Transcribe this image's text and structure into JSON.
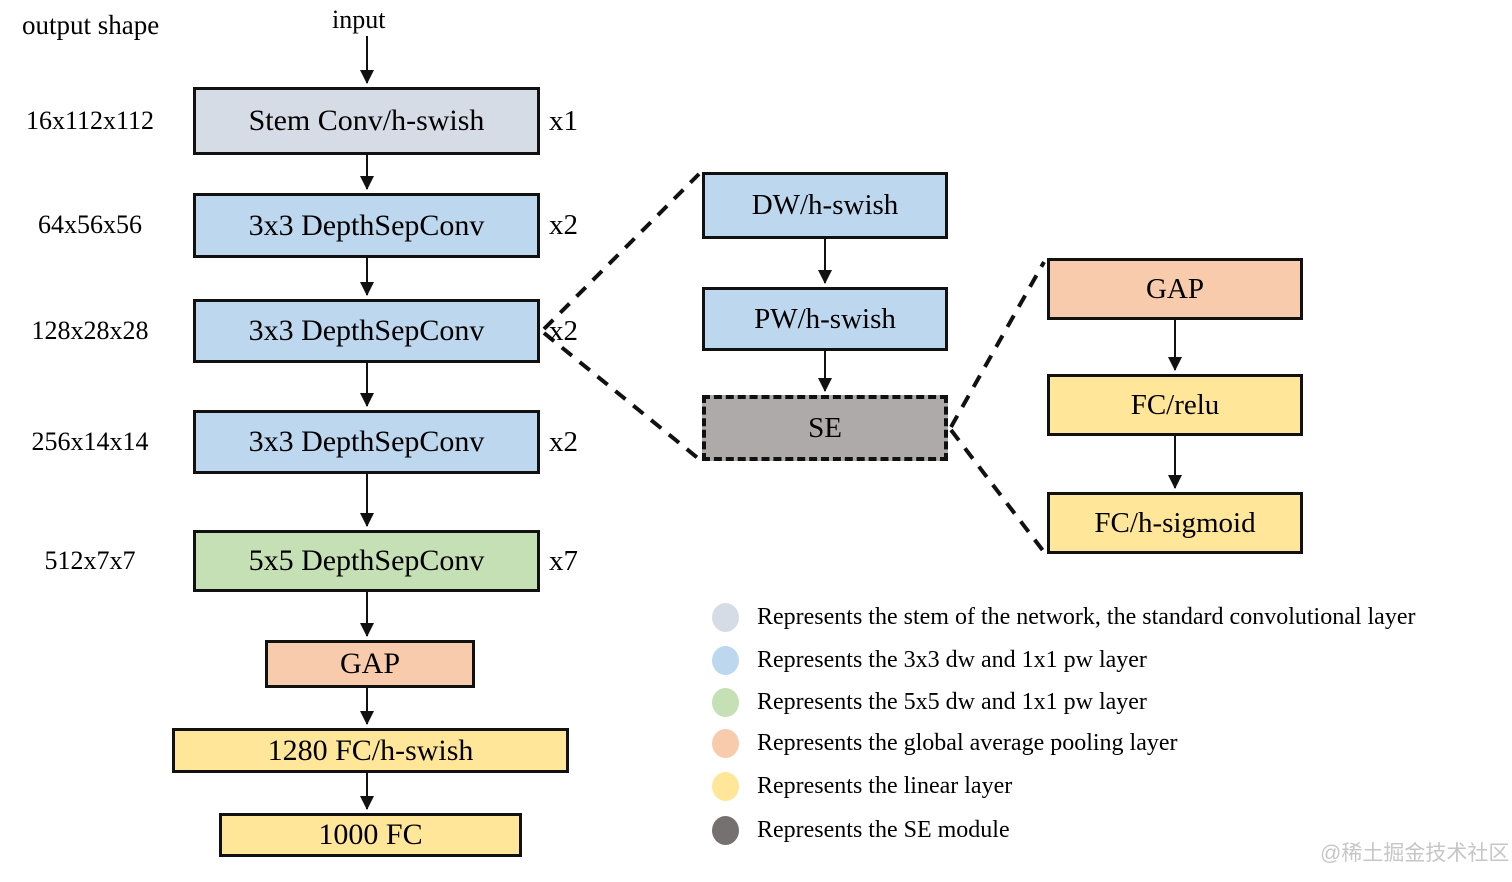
{
  "title_labels": {
    "output_shape": "output shape",
    "input": "input"
  },
  "backbone": {
    "shape_labels": [
      "16x112x112",
      "64x56x56",
      "128x28x28",
      "256x14x14",
      "512x7x7"
    ],
    "nodes": [
      {
        "label": "Stem Conv/h-swish",
        "repeat": "x1",
        "color": "#d6dce5"
      },
      {
        "label": "3x3 DepthSepConv",
        "repeat": "x2",
        "color": "#bdd7ee"
      },
      {
        "label": "3x3 DepthSepConv",
        "repeat": "x2",
        "color": "#bdd7ee"
      },
      {
        "label": "3x3 DepthSepConv",
        "repeat": "x2",
        "color": "#bdd7ee"
      },
      {
        "label": "5x5 DepthSepConv",
        "repeat": "x7",
        "color": "#c5e0b4"
      },
      {
        "label": "GAP",
        "color": "#f8cbad"
      },
      {
        "label": "1280 FC/h-swish",
        "color": "#ffe699"
      },
      {
        "label": "1000 FC",
        "color": "#ffe699"
      }
    ]
  },
  "depthsep_block": {
    "nodes": [
      {
        "label": "DW/h-swish",
        "color": "#bdd7ee"
      },
      {
        "label": "PW/h-swish",
        "color": "#bdd7ee"
      },
      {
        "label": "SE",
        "color": "#aeaaaa"
      }
    ]
  },
  "se_block": {
    "nodes": [
      {
        "label": "GAP",
        "color": "#f8cbad"
      },
      {
        "label": "FC/relu",
        "color": "#ffe699"
      },
      {
        "label": "FC/h-sigmoid",
        "color": "#ffe699"
      }
    ]
  },
  "legend": {
    "items": [
      {
        "color": "#d6dce5",
        "text": "Represents the stem of the network, the standard convolutional layer"
      },
      {
        "color": "#bdd7ee",
        "text": "Represents the 3x3 dw and 1x1 pw layer"
      },
      {
        "color": "#c5e0b4",
        "text": "Represents the 5x5 dw and 1x1 pw layer"
      },
      {
        "color": "#f8cbad",
        "text": "Represents the global average pooling layer"
      },
      {
        "color": "#ffe699",
        "text": "Represents the linear layer"
      },
      {
        "color": "#767171",
        "text": "Represents the SE module"
      }
    ]
  },
  "watermark": "@稀土掘金技术社区"
}
